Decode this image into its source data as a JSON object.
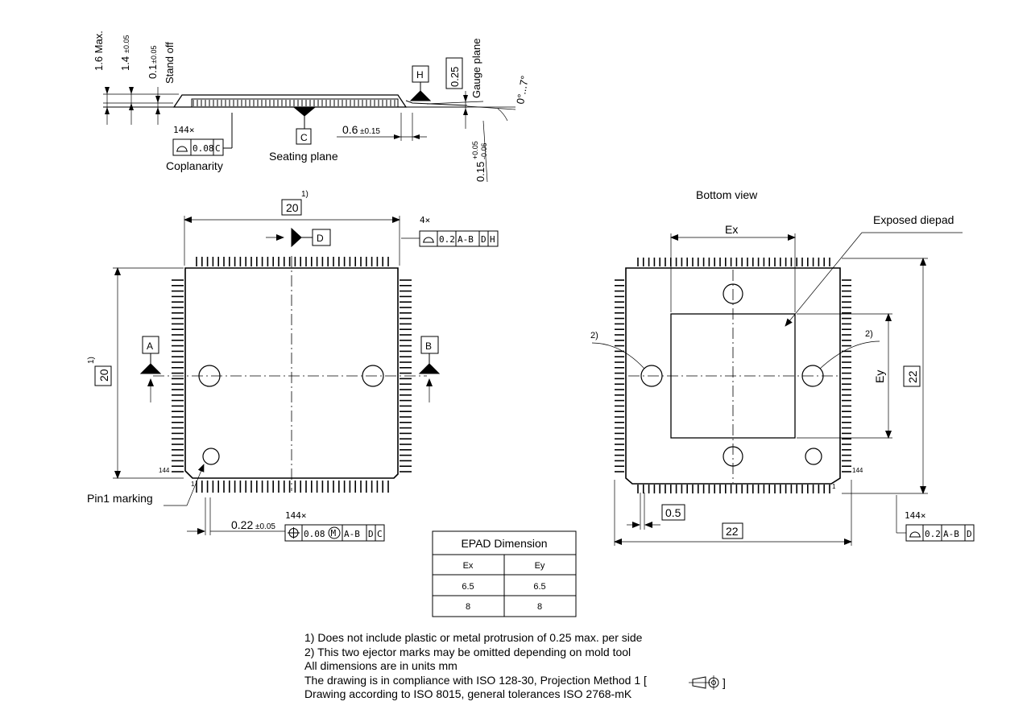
{
  "side_view": {
    "height_max": "1.6 Max.",
    "body_height": "1.4",
    "body_height_tol": "±0.05",
    "standoff_value": "0.1",
    "standoff_tol": "±0.05",
    "standoff_label": "Stand off",
    "datum_h": "H",
    "gauge_value": "0.25",
    "gauge_label": "Gauge plane",
    "angle_label": "0°...7°",
    "datum_c": "C",
    "seating_label": "Seating plane",
    "lead_length": "0.6",
    "lead_length_tol": "±0.15",
    "lead_thickness": "0.15",
    "lead_thickness_tol_plus": "+0.05",
    "lead_thickness_tol_minus": "-0.06",
    "coplanarity_count": "144×",
    "coplanarity_value": "0.08",
    "coplanarity_datum": "C",
    "coplanarity_label": "Coplanarity"
  },
  "top_view": {
    "body_width": "20",
    "body_width_note": "1)",
    "body_height": "20",
    "body_height_note": "1)",
    "profile_count": "4×",
    "profile_value": "0.2",
    "profile_datum1": "A-B",
    "profile_datum2": "D",
    "profile_datum3": "H",
    "datum_d": "D",
    "datum_a": "A",
    "datum_b": "B",
    "pin_label": "144",
    "pin1_label": "1",
    "pin1_marking": "Pin1 marking",
    "lead_width": "0.22",
    "lead_width_tol": "±0.05",
    "position_count": "144×",
    "position_value": "0.08",
    "position_modifier": "M",
    "position_datum1": "A-B",
    "position_datum2": "D",
    "position_datum3": "C"
  },
  "bottom_view": {
    "title": "Bottom view",
    "exposed_label": "Exposed diepad",
    "ex_label": "Ex",
    "ey_label": "Ey",
    "height": "22",
    "width": "22",
    "pitch": "0.5",
    "ejector_note_left": "2)",
    "ejector_note_right": "2)",
    "pin_label": "144",
    "pin1_label": "1",
    "profile_count": "144×",
    "profile_value": "0.2",
    "profile_datum1": "A-B",
    "profile_datum2": "D"
  },
  "epad_table": {
    "title": "EPAD Dimension",
    "headers": [
      "Ex",
      "Ey"
    ],
    "rows": [
      [
        "6.5",
        "6.5"
      ],
      [
        "8",
        "8"
      ]
    ]
  },
  "notes": [
    "1) Does not include plastic or metal protrusion of 0.25 max. per side",
    "2) This two ejector marks may be omitted depending on mold tool",
    "All dimensions are in units mm",
    "The drawing is in compliance with ISO 128-30, Projection Method 1 [",
    "Drawing according to ISO 8015, general tolerances ISO 2768-mK"
  ],
  "notes_suffix": "]"
}
